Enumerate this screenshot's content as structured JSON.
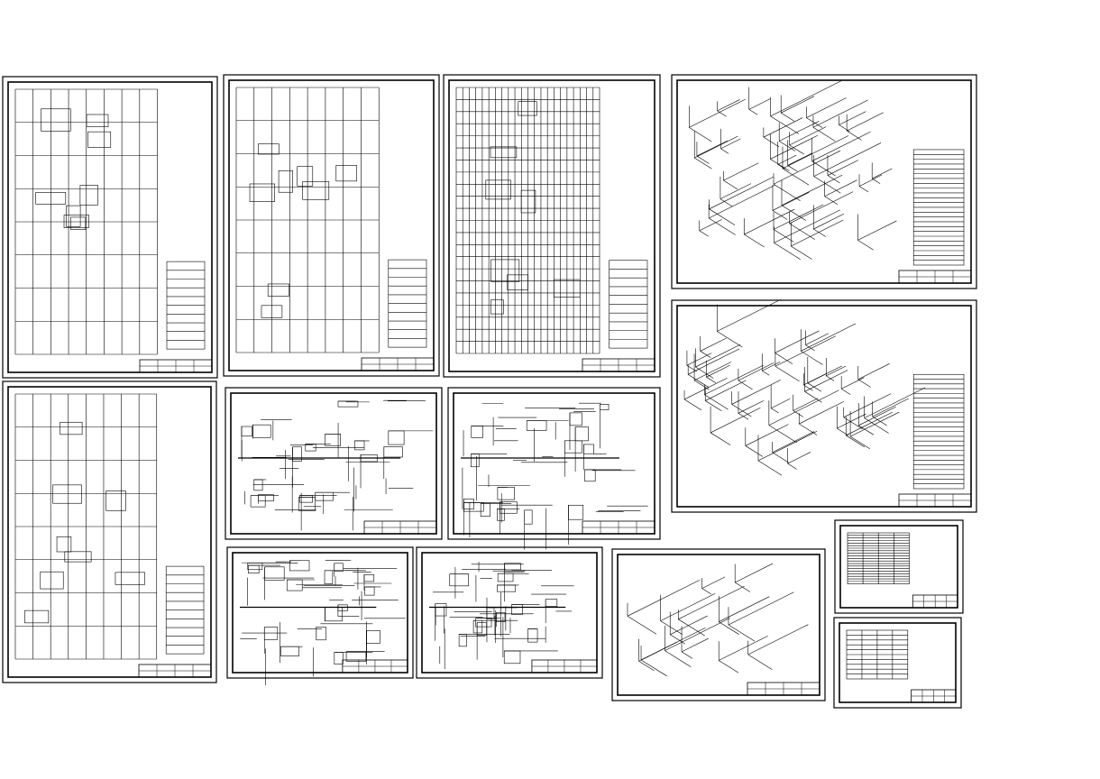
{
  "colors": {
    "background": "#ffffff",
    "ink": "#000000"
  },
  "sheets": [
    {
      "kind": "plan",
      "style": "grid-plan"
    },
    {
      "kind": "plan",
      "style": "room-plan"
    },
    {
      "kind": "plan",
      "style": "dense-grid"
    },
    {
      "kind": "isometric",
      "style": "piping"
    },
    {
      "kind": "isometric",
      "style": "piping"
    },
    {
      "kind": "plan",
      "style": "room-plan"
    },
    {
      "kind": "section",
      "style": "section"
    },
    {
      "kind": "section",
      "style": "section"
    },
    {
      "kind": "schematic",
      "style": "schematic"
    },
    {
      "kind": "schematic",
      "style": "schematic"
    },
    {
      "kind": "isometric",
      "style": "piping-sparse"
    },
    {
      "kind": "table",
      "style": "table"
    },
    {
      "kind": "notes",
      "style": "notes"
    }
  ]
}
